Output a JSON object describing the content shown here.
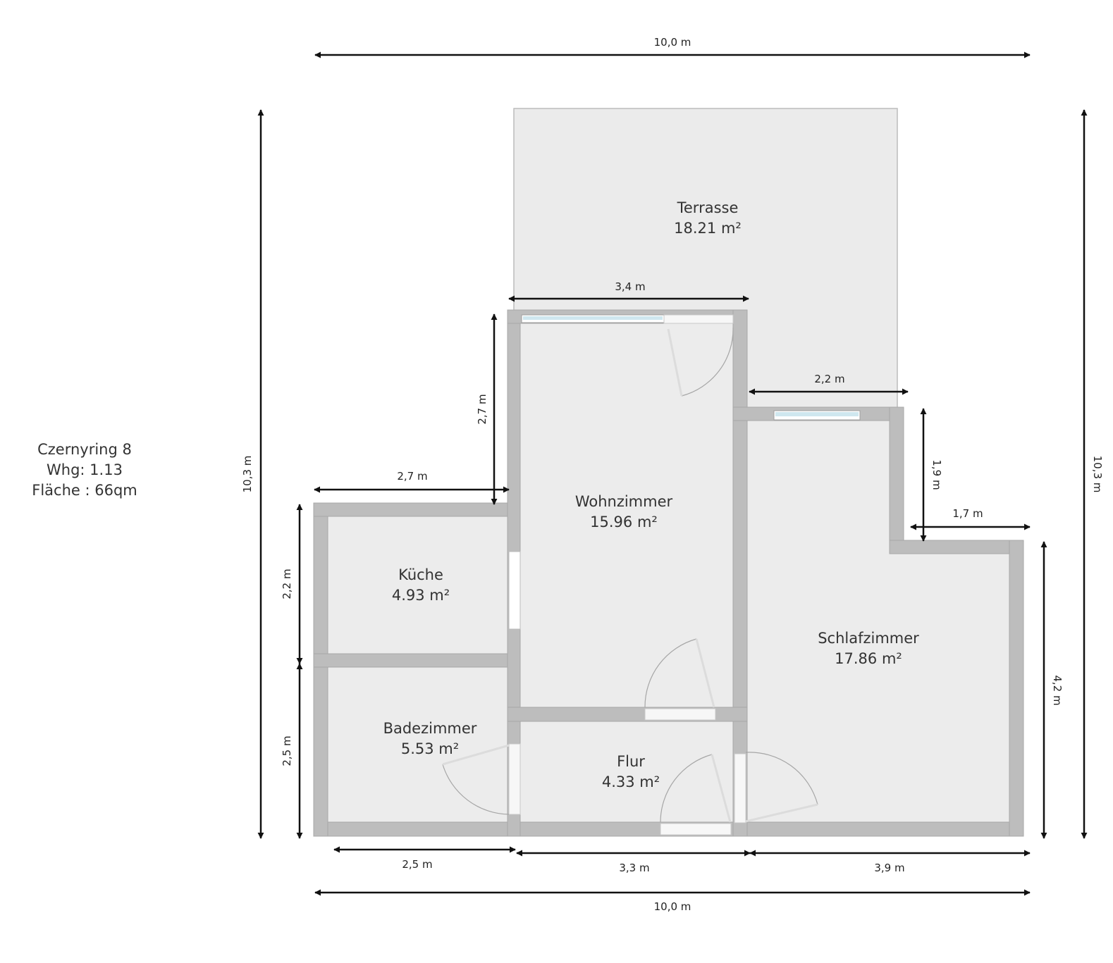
{
  "info": {
    "line1": "Czernyring 8",
    "line2": "Whg: 1.13",
    "line3": "Fläche : 66qm"
  },
  "rooms": [
    {
      "id": "terrasse",
      "name": "Terrasse",
      "area": "18.21 m²"
    },
    {
      "id": "wohnzimmer",
      "name": "Wohnzimmer",
      "area": "15.96 m²"
    },
    {
      "id": "kueche",
      "name": "Küche",
      "area": "4.93 m²"
    },
    {
      "id": "badezimmer",
      "name": "Badezimmer",
      "area": "5.53 m²"
    },
    {
      "id": "flur",
      "name": "Flur",
      "area": "4.33 m²"
    },
    {
      "id": "schlafzimmer",
      "name": "Schlafzimmer",
      "area": "17.86 m²"
    }
  ],
  "dimensions": {
    "top_total": "10,0 m",
    "bottom_total": "10,0 m",
    "left_total": "10,3 m",
    "right_total": "10,3 m",
    "wohnzimmer_width": "3,4 m",
    "terrace_step": "2,2 m",
    "wohnzimmer_height": "2,7 m",
    "kueche_top": "2,7 m",
    "kueche_height": "2,2 m",
    "bad_height": "2,5 m",
    "bad_width": "2,5 m",
    "flur_width": "3,3 m",
    "schlaf_width": "3,9 m",
    "schlaf_step_height": "1,9 m",
    "schlaf_step_width": "1,7 m",
    "schlaf_height": "4,2 m"
  },
  "colors": {
    "wall": "#bdbdbd",
    "wall_edge": "#9e9e9e",
    "floor": "#ececec",
    "terrace": "#ebebeb",
    "glass": "#cfe7ef",
    "dimension": "#111111"
  }
}
